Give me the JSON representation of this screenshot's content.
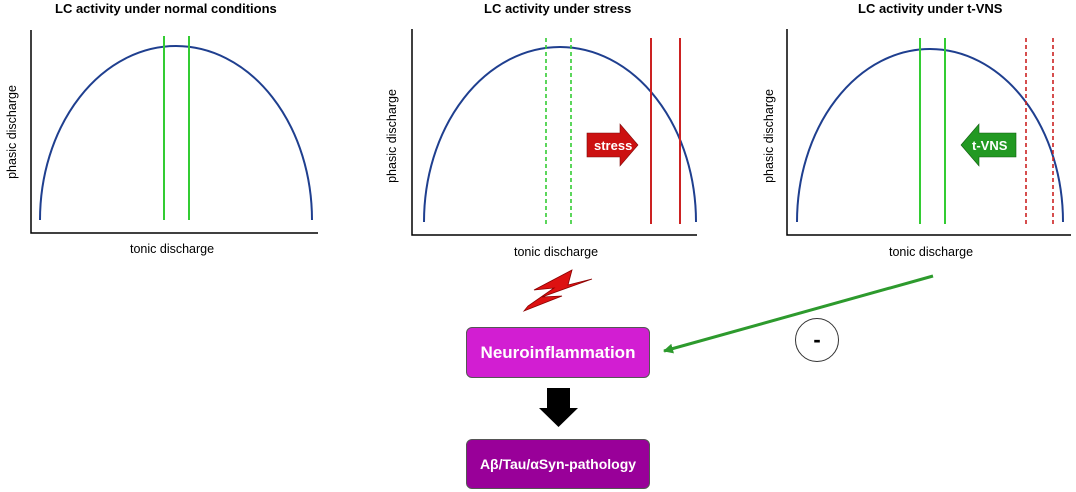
{
  "panels": [
    {
      "title": "LC activity under normal conditions",
      "xlabel": "tonic discharge",
      "ylabel": "phasic discharge"
    },
    {
      "title": "LC activity under stress",
      "xlabel": "tonic discharge",
      "ylabel": "phasic discharge",
      "arrow_label": "stress"
    },
    {
      "title": "LC activity under t-VNS",
      "xlabel": "tonic discharge",
      "ylabel": "phasic discharge",
      "arrow_label": "t-VNS"
    }
  ],
  "boxes": {
    "neuroinflammation": "Neuroinflammation",
    "pathology": "Aβ/Tau/αSyn-pathology"
  },
  "inhibition_symbol": "-",
  "colors": {
    "curve": "#1f3f8f",
    "green_line": "#33cc33",
    "red_line": "#cc2222",
    "stress_arrow": "#cc1111",
    "tvns_arrow": "#229922",
    "neuroinflammation_box": "#d21ed2",
    "pathology_box": "#990099",
    "inhibition_arrow": "#2d9a2d"
  }
}
